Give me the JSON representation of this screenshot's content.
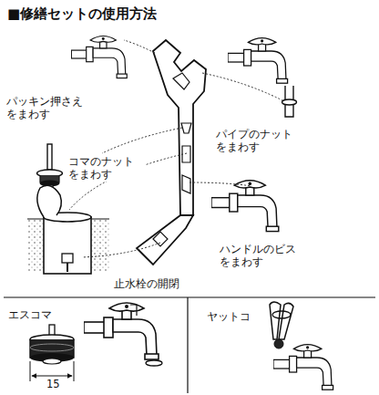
{
  "diagram": {
    "title": "■修繕セットの使用方法",
    "labels": [
      "パッキン押さえ をまわす",
      "パイプのナット をまわす",
      "コマのナット をまわす",
      "ハンドルのビス をまわす",
      "止水栓の開閉",
      "エスコマ",
      "15",
      "ヤットコ"
    ]
  }
}
